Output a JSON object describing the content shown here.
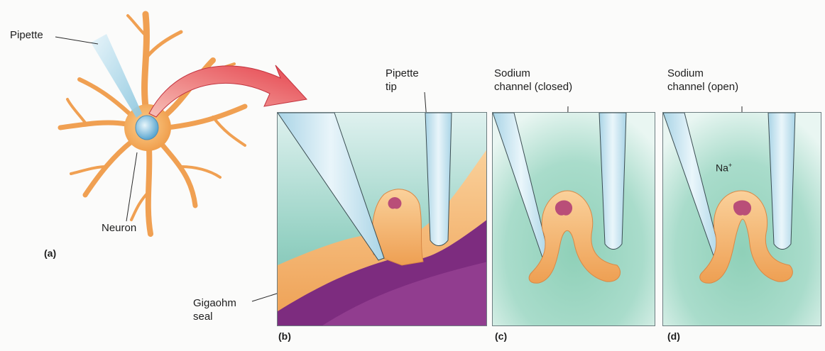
{
  "labels": {
    "pipette": "Pipette",
    "neuron": "Neuron",
    "gigaohm_line1": "Gigaohm",
    "gigaohm_line2": "seal",
    "pipette_tip_line1": "Pipette",
    "pipette_tip_line2": "tip",
    "sodium_closed_line1": "Sodium",
    "sodium_closed_line2": "channel (closed)",
    "sodium_open_line1": "Sodium",
    "sodium_open_line2": "channel (open)",
    "na_ion": "Na",
    "na_charge": "+"
  },
  "panels": {
    "a": "(a)",
    "b": "(b)",
    "c": "(c)",
    "d": "(d)"
  },
  "colors": {
    "neuron": "#f2a65a",
    "pipette": "#bfe0ee",
    "membrane": "#f7b46a",
    "cytoplasm": "#7c2b7e",
    "arrow": "#e8525a",
    "background_teal": "#8fcfc0"
  }
}
